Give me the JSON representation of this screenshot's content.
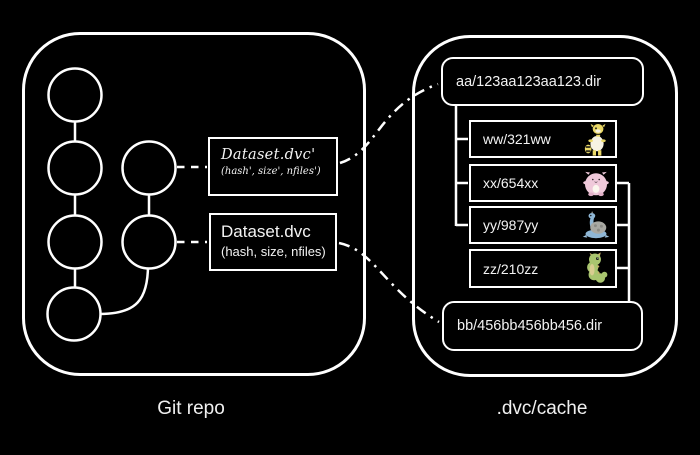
{
  "git_panel": {
    "label": "Git repo"
  },
  "cache_panel": {
    "label": ".dvc/cache"
  },
  "dvc_file_prev": {
    "title": "Dataset.dvc'",
    "subtitle": "(hash', size', nfiles')"
  },
  "dvc_file_current": {
    "title": "Dataset.dvc",
    "subtitle": "(hash, size, nfiles)"
  },
  "cache_entries": {
    "dir_top": "aa/123aa123aa123.dir",
    "dir_bottom": "bb/456bb456bb456.dir",
    "files": [
      {
        "label": "ww/321ww",
        "icon": "ampharos-sprite"
      },
      {
        "label": "xx/654xx",
        "icon": "chansey-sprite"
      },
      {
        "label": "yy/987yy",
        "icon": "lapras-sprite"
      },
      {
        "label": "zz/210zz",
        "icon": "caterpie-sprite"
      }
    ]
  },
  "colors": {
    "background": "#000000",
    "stroke": "#ffffff",
    "text": "#f3f3f3",
    "ampharos_yellow": "#ead867",
    "chansey_pink": "#efc9da",
    "lapras_blue": "#8fb7d6",
    "lapras_shell": "#a9a9a3",
    "caterpie_green": "#a9c56f"
  }
}
